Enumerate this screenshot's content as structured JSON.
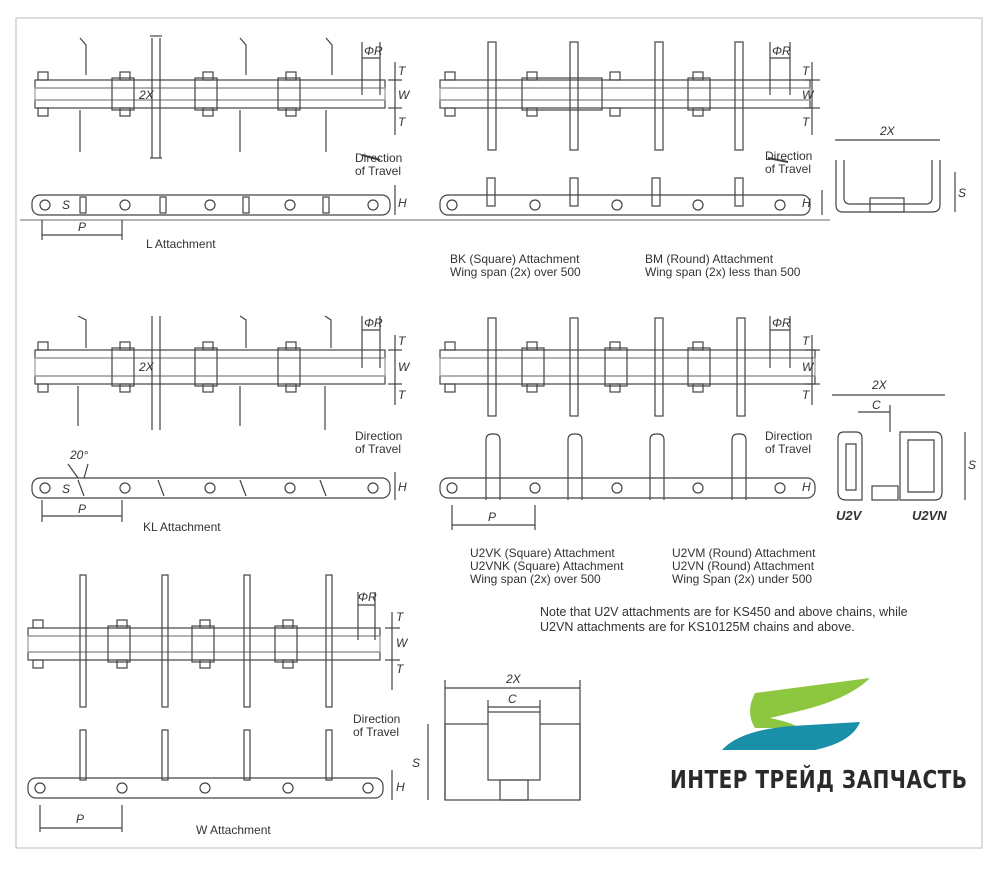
{
  "dimensions": {
    "phi_r": "ΦR",
    "t": "T",
    "w": "W",
    "two_x": "2X",
    "h": "H",
    "s": "S",
    "p": "P",
    "c": "C",
    "angle": "20°"
  },
  "direction_label": {
    "line1": "Direction",
    "line2": "of Travel"
  },
  "captions": {
    "l_attachment": "L Attachment",
    "kl_attachment": "KL Attachment",
    "w_attachment": "W Attachment",
    "bk_line1": "BK (Square) Attachment",
    "bk_line2": "Wing span (2x) over 500",
    "bm_line1": "BM (Round) Attachment",
    "bm_line2": "Wing span (2x) less than 500",
    "u2vk_line1": "U2VK (Square) Attachment",
    "u2vk_line2": "U2VNK (Square) Attachment",
    "u2vk_line3": "Wing span (2x) over 500",
    "u2vm_line1": "U2VM (Round) Attachment",
    "u2vm_line2": "U2VN (Round) Attachment",
    "u2vm_line3": "Wing Span (2x) under 500"
  },
  "codes": {
    "u2v": "U2V",
    "u2vn": "U2VN"
  },
  "note": "Note that U2V attachments are for KS450 and above chains, while U2VN attachments are for KS10125M chains and above.",
  "logo": {
    "company_name": "ИНТЕР ТРЕЙД ЗАПЧАСТЬ",
    "green": "#8dc63f",
    "teal": "#1a8fa8"
  }
}
